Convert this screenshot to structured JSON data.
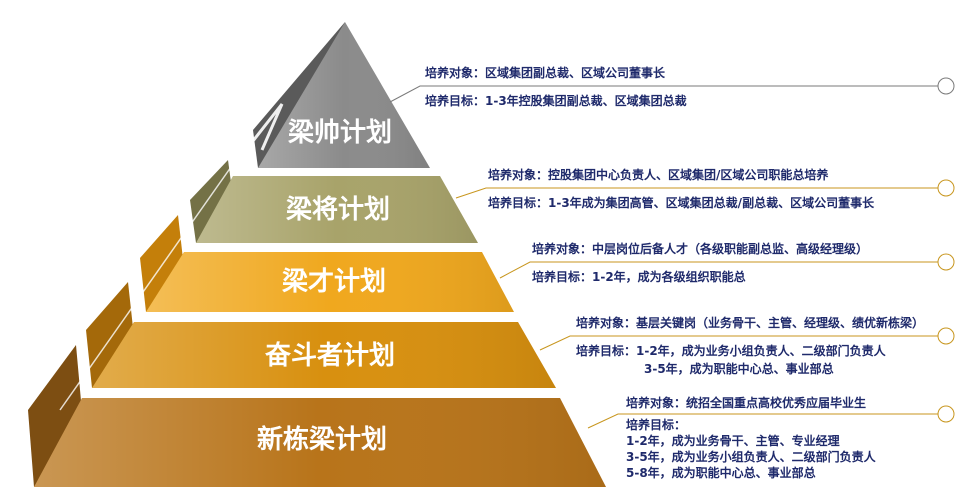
{
  "colors": {
    "tier1": "#8b8b8b",
    "tier2": "#a8a36a",
    "tier3": "#f0a81e",
    "tier4": "#d8900f",
    "tier5": "#b8741a",
    "text": "#1f2a6b",
    "connector": "#7a7a7a"
  },
  "tiers": [
    {
      "name": "梁帅计划",
      "lines": [
        {
          "text": "培养对象：区域集团副总裁、区域公司董事长",
          "gap_before": false,
          "indent": false
        },
        {
          "text": "培养目标：1-3年控股集团副总裁、区域集团总裁",
          "gap_before": true,
          "indent": false
        }
      ]
    },
    {
      "name": "梁将计划",
      "lines": [
        {
          "text": "培养对象：控股集团中心负责人、区域集团/区域公司职能总培养",
          "gap_before": false,
          "indent": false
        },
        {
          "text": "培养目标：1-3年成为集团高管、区域集团总裁/副总裁、区域公司董事长",
          "gap_before": true,
          "indent": false
        }
      ]
    },
    {
      "name": "梁才计划",
      "lines": [
        {
          "text": "培养对象：中层岗位后备人才（各级职能副总监、高级经理级）",
          "gap_before": false,
          "indent": false
        },
        {
          "text": "培养目标：1-2年，成为各级组织职能总",
          "gap_before": true,
          "indent": false
        }
      ]
    },
    {
      "name": "奋斗者计划",
      "lines": [
        {
          "text": "培养对象：基层关键岗（业务骨干、主管、经理级、绩优新栋梁）",
          "gap_before": false,
          "indent": false
        },
        {
          "text": "培养目标：1-2年，成为业务小组负责人、二级部门负责人",
          "gap_before": true,
          "indent": false
        },
        {
          "text": "3-5年，成为职能中心总、事业部总",
          "gap_before": false,
          "indent": true
        }
      ]
    },
    {
      "name": "新栋梁计划",
      "lines": [
        {
          "text": "培养对象：统招全国重点高校优秀应届毕业生",
          "gap_before": false,
          "indent": false
        },
        {
          "text": "培养目标：",
          "gap_before": true,
          "indent": false
        },
        {
          "text": "1-2年，成为业务骨干、主管、专业经理",
          "gap_before": false,
          "indent": false
        },
        {
          "text": "3-5年，成为业务小组负责人、二级部门负责人",
          "gap_before": false,
          "indent": false
        },
        {
          "text": "5-8年，成为职能中心总、事业部总",
          "gap_before": false,
          "indent": false
        }
      ]
    }
  ]
}
